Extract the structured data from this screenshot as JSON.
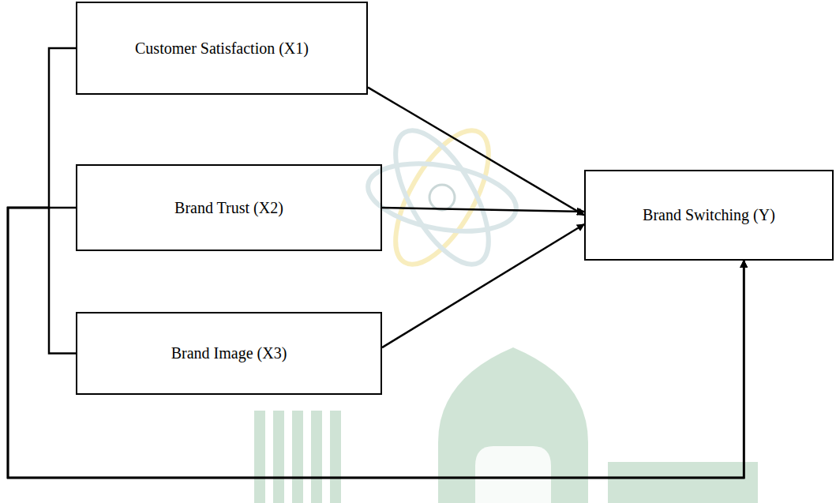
{
  "diagram": {
    "nodes": [
      {
        "text": [
          "Customer Satisfaction (X1)"
        ]
      },
      {
        "text": [
          "Brand Trust (X2)"
        ]
      },
      {
        "text": [
          "Brand Image (X3)"
        ]
      },
      {
        "text": [
          "Brand Switching (Y)"
        ]
      }
    ],
    "edges": [
      {
        "from": 0,
        "to": 3,
        "arrow": "to"
      },
      {
        "from": 1,
        "to": 3,
        "arrow": "to"
      },
      {
        "from": 2,
        "to": 3,
        "arrow": "to"
      },
      {
        "from": 0,
        "to": 3,
        "arrow": "to"
      },
      {
        "from": 1,
        "to": 3,
        "arrow": "to"
      },
      {
        "from": 2,
        "to": 3,
        "arrow": "to"
      }
    ]
  }
}
